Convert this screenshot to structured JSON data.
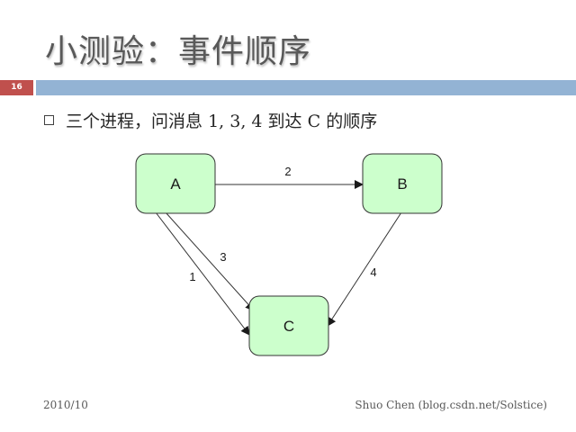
{
  "slide": {
    "title": "小测验：事件顺序",
    "number": "16",
    "bullet_prefix": "三个进程，问消息",
    "bullet_nums": "1, 3, 4",
    "bullet_mid": "到达",
    "bullet_c": "C",
    "bullet_suffix": "的顺序"
  },
  "diagram": {
    "nodes": {
      "a": "A",
      "b": "B",
      "c": "C"
    },
    "edges": {
      "e1": "1",
      "e2": "2",
      "e3": "3",
      "e4": "4"
    },
    "colors": {
      "node_fill": "#ccffcc",
      "node_border": "#333333"
    }
  },
  "footer": {
    "date": "2010/10",
    "author": "Shuo Chen (blog.csdn.net/Solstice)"
  },
  "colors": {
    "accent_red": "#c0504d",
    "accent_blue": "#93b3d4"
  }
}
